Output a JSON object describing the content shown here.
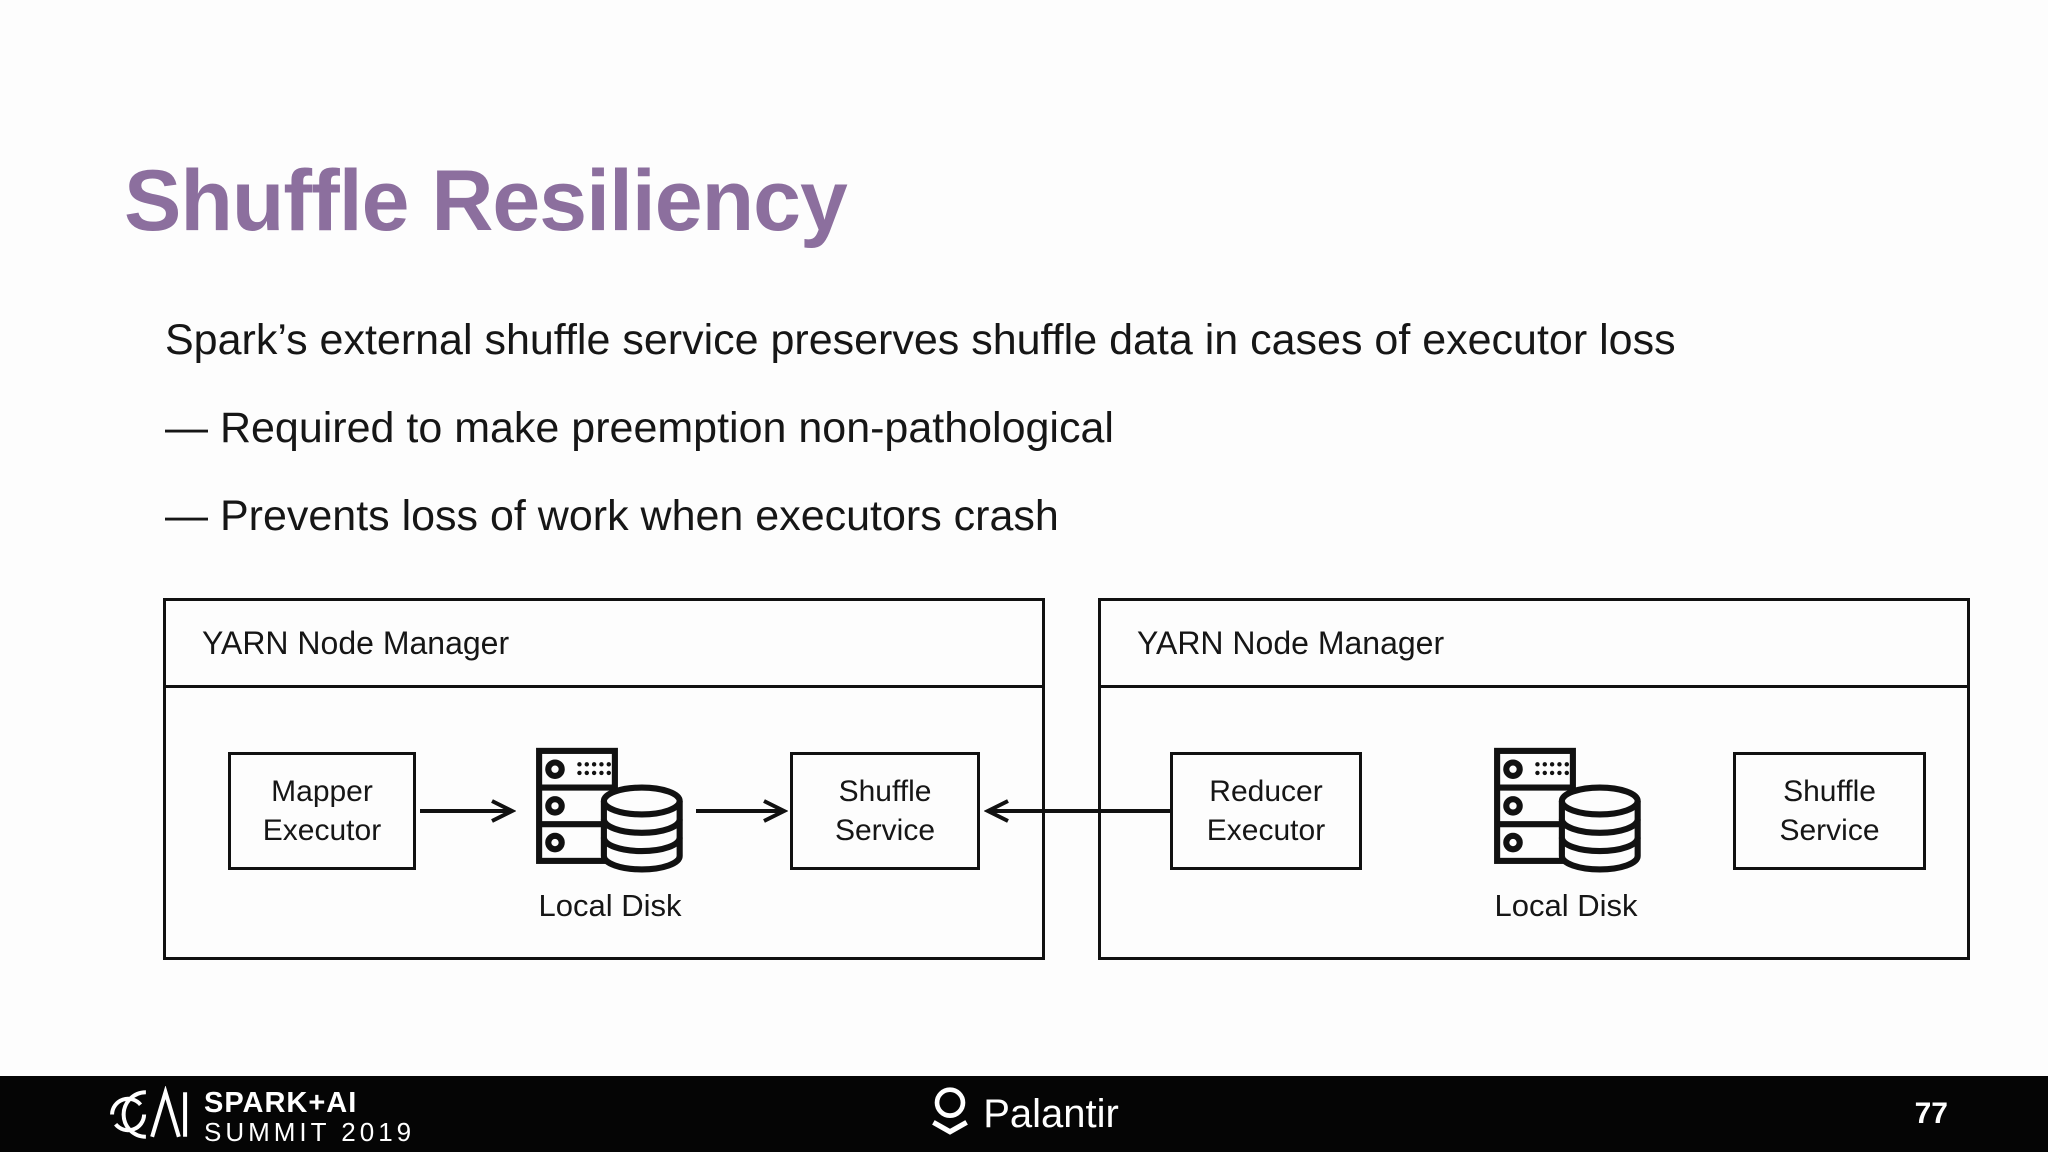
{
  "slide": {
    "title": "Shuffle Resiliency",
    "bullets": [
      "Spark’s external shuffle service preserves shuffle data in cases of executor loss",
      "— Required to make preemption non-pathological",
      "— Prevents loss of work when executors crash"
    ]
  },
  "diagram": {
    "left_node_manager": {
      "title": "YARN Node Manager",
      "executor_label": "Mapper Executor",
      "disk_label": "Local Disk",
      "shuffle_label": "Shuffle Service"
    },
    "right_node_manager": {
      "title": "YARN Node Manager",
      "executor_label": "Reducer Executor",
      "disk_label": "Local Disk",
      "shuffle_label": "Shuffle Service"
    }
  },
  "footer": {
    "conference_logo_line1": "SPARK+AI",
    "conference_logo_line2": "SUMMIT 2019",
    "company_logo_text": "Palantir",
    "page_number": "77"
  },
  "colors": {
    "title_purple": "#8C6F9E",
    "body_text": "#161616",
    "diagram_stroke": "#111111",
    "footer_background": "#050505",
    "footer_text": "#FFFFFF"
  }
}
